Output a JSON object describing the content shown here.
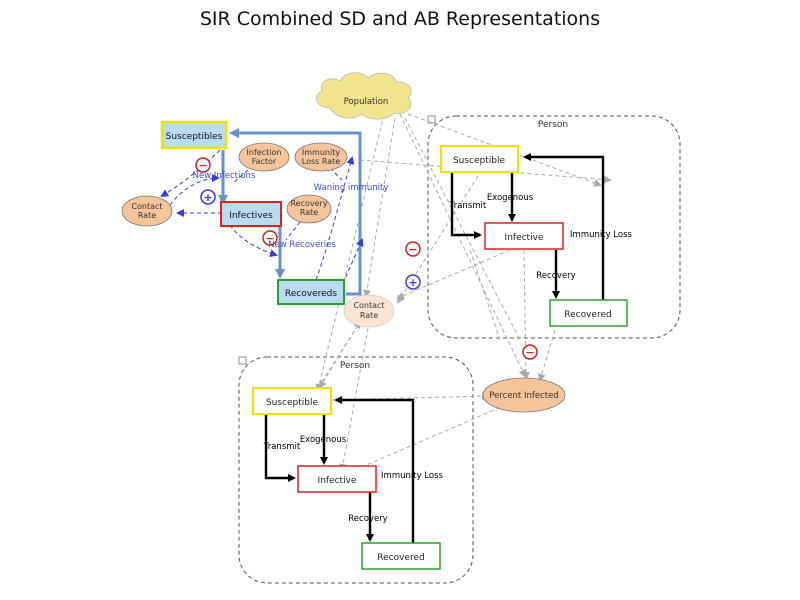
{
  "title": "SIR Combined SD and AB Representations",
  "cloud": "Population",
  "sd": {
    "stocks": {
      "susceptibles": "Susceptibles",
      "infectives": "Infectives",
      "recovereds": "Recovereds"
    },
    "variables": {
      "infection_factor": [
        "Infection",
        "Factor"
      ],
      "immunity_loss_rate": [
        "Immunity",
        "Loss Rate"
      ],
      "recovery_rate": [
        "Recovery",
        "Rate"
      ],
      "contact_rate": [
        "Contact",
        "Rate"
      ]
    },
    "flows": {
      "new_infections": "New Infections",
      "waning_immunity": "Waning immunity",
      "new_recoveries": "New Recoveries"
    }
  },
  "shared": {
    "contact_rate": [
      "Contact",
      "Rate"
    ],
    "percent_infected": "Percent Infected"
  },
  "ab_top": {
    "title": "Person",
    "states": {
      "susceptible": "Susceptible",
      "infective": "Infective",
      "recovered": "Recovered"
    },
    "transitions": {
      "transmit": "Transmit",
      "exogenous": "Exogenous",
      "recovery": "Recovery",
      "immunity_loss": "Immunity Loss"
    }
  },
  "ab_bottom": {
    "title": "Person",
    "states": {
      "susceptible": "Susceptible",
      "infective": "Infective",
      "recovered": "Recovered"
    },
    "transitions": {
      "transmit": "Transmit",
      "exogenous": "Exogenous",
      "recovery": "Recovery",
      "immunity_loss": "Immunity Loss"
    }
  },
  "polarity": {
    "minus": "−",
    "plus": "+"
  },
  "colors": {
    "stock_fill": "#b9dcf2",
    "stock_border_yellow": "#f2e200",
    "stock_border_red": "#e02020",
    "stock_border_green": "#2aa02a",
    "aux_fill": "#f5c49a",
    "cloud_fill": "#f0e48c",
    "flow_blue": "#6a8fd0",
    "link_blue": "#3a3ae0",
    "link_gray": "#aaaaaa"
  }
}
